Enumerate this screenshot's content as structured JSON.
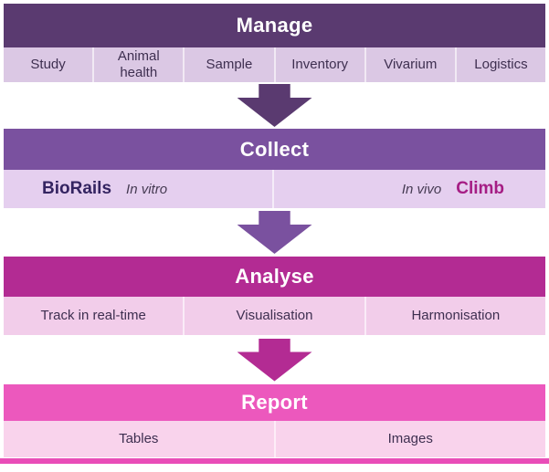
{
  "palette": {
    "manage_header": "#5a3a70",
    "manage_row": "#dbc8e4",
    "collect_header": "#7a519f",
    "collect_row": "#e5cfef",
    "analyse_header": "#b32b93",
    "analyse_row": "#f2cdea",
    "report_header": "#ec58bd",
    "report_row": "#f9d3ec",
    "biorails_text": "#342461",
    "climb_text": "#a51d84",
    "header_text": "#ffffff",
    "row_text": "#3e2f50",
    "bottom_bar": "#e94db8"
  },
  "sections": [
    {
      "title": "Manage",
      "cells": [
        "Study",
        "Animal health",
        "Sample",
        "Inventory",
        "Vivarium",
        "Logistics"
      ]
    },
    {
      "title": "Collect",
      "left": {
        "product": "BioRails",
        "mode": "In vitro"
      },
      "right": {
        "mode": "In vivo",
        "product": "Climb"
      }
    },
    {
      "title": "Analyse",
      "cells": [
        "Track in real-time",
        "Visualisation",
        "Harmonisation"
      ]
    },
    {
      "title": "Report",
      "cells": [
        "Tables",
        "Images"
      ]
    }
  ],
  "icons": {
    "down_arrow": "block-down-arrow"
  }
}
